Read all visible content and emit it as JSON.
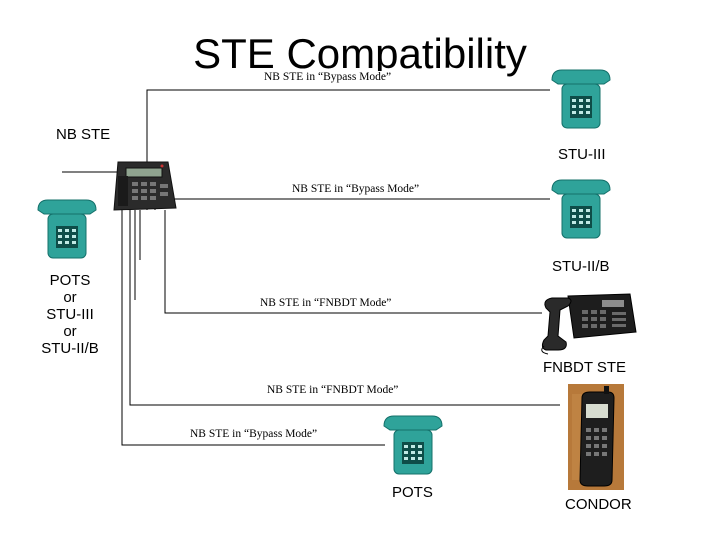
{
  "title": "STE Compatibility",
  "source_device": {
    "label": "NB STE",
    "icon": "ste-desk-phone-icon"
  },
  "left_device": {
    "icon": "stu-secure-phone-icon",
    "label_lines": [
      "POTS",
      "or",
      "STU-III",
      "or",
      "STU-II/B"
    ]
  },
  "connections": [
    {
      "mode_label": "NB STE in “Bypass Mode”",
      "device_label": "STU-III",
      "device_icon": "stu-secure-phone-icon"
    },
    {
      "mode_label": "NB STE in “Bypass Mode”",
      "device_label": "STU-II/B",
      "device_icon": "stu-secure-phone-icon"
    },
    {
      "mode_label": "NB STE in “FNBDT Mode”",
      "device_label": "FNBDT STE",
      "device_icon": "fnbdt-desk-phone-icon"
    },
    {
      "mode_label": "NB STE in “FNBDT Mode”",
      "device_label": "CONDOR",
      "device_icon": "condor-cell-phone-icon"
    },
    {
      "mode_label": "NB STE in “Bypass Mode”",
      "device_label": "POTS",
      "device_icon": "stu-secure-phone-icon"
    }
  ],
  "colors": {
    "phone_teal": "#2fa39a",
    "phone_dark_teal": "#14706a",
    "line": "#000000"
  }
}
